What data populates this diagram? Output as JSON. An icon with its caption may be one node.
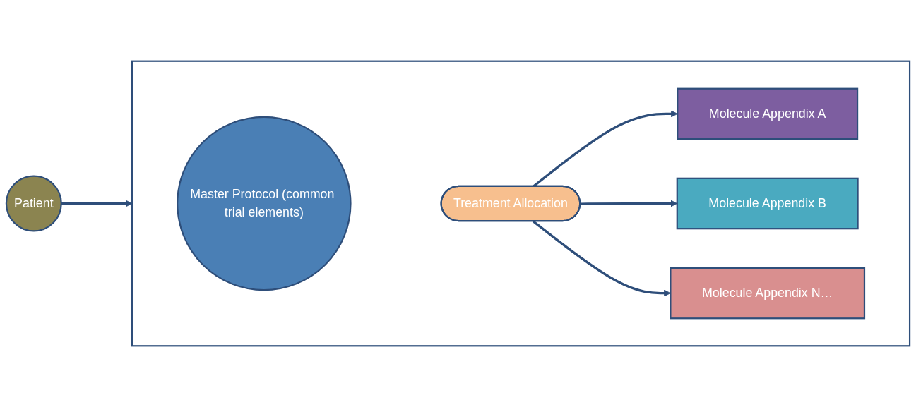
{
  "diagram": {
    "nodes": [
      {
        "text": [
          "Patient"
        ]
      },
      {
        "text": [],
        "shape": "box"
      },
      {
        "text": [
          "Master Protocol (common trial elements)"
        ],
        "in": 1
      },
      {
        "text": [
          "Treatment Allocation"
        ],
        "in": 1
      },
      {
        "text": [
          "Molecule Appendix A"
        ],
        "in": 1
      },
      {
        "text": [
          "Molecule Appendix B"
        ],
        "in": 1
      },
      {
        "text": [
          "Molecule Appendix N…"
        ],
        "in": 1
      }
    ],
    "edges": [
      {
        "from": 0,
        "to": 1,
        "arrow": "to"
      },
      {
        "from": 3,
        "to": 4,
        "arrow": "to"
      },
      {
        "from": 3,
        "to": 5,
        "arrow": "to"
      },
      {
        "from": 3,
        "to": 6,
        "arrow": "to"
      }
    ]
  }
}
